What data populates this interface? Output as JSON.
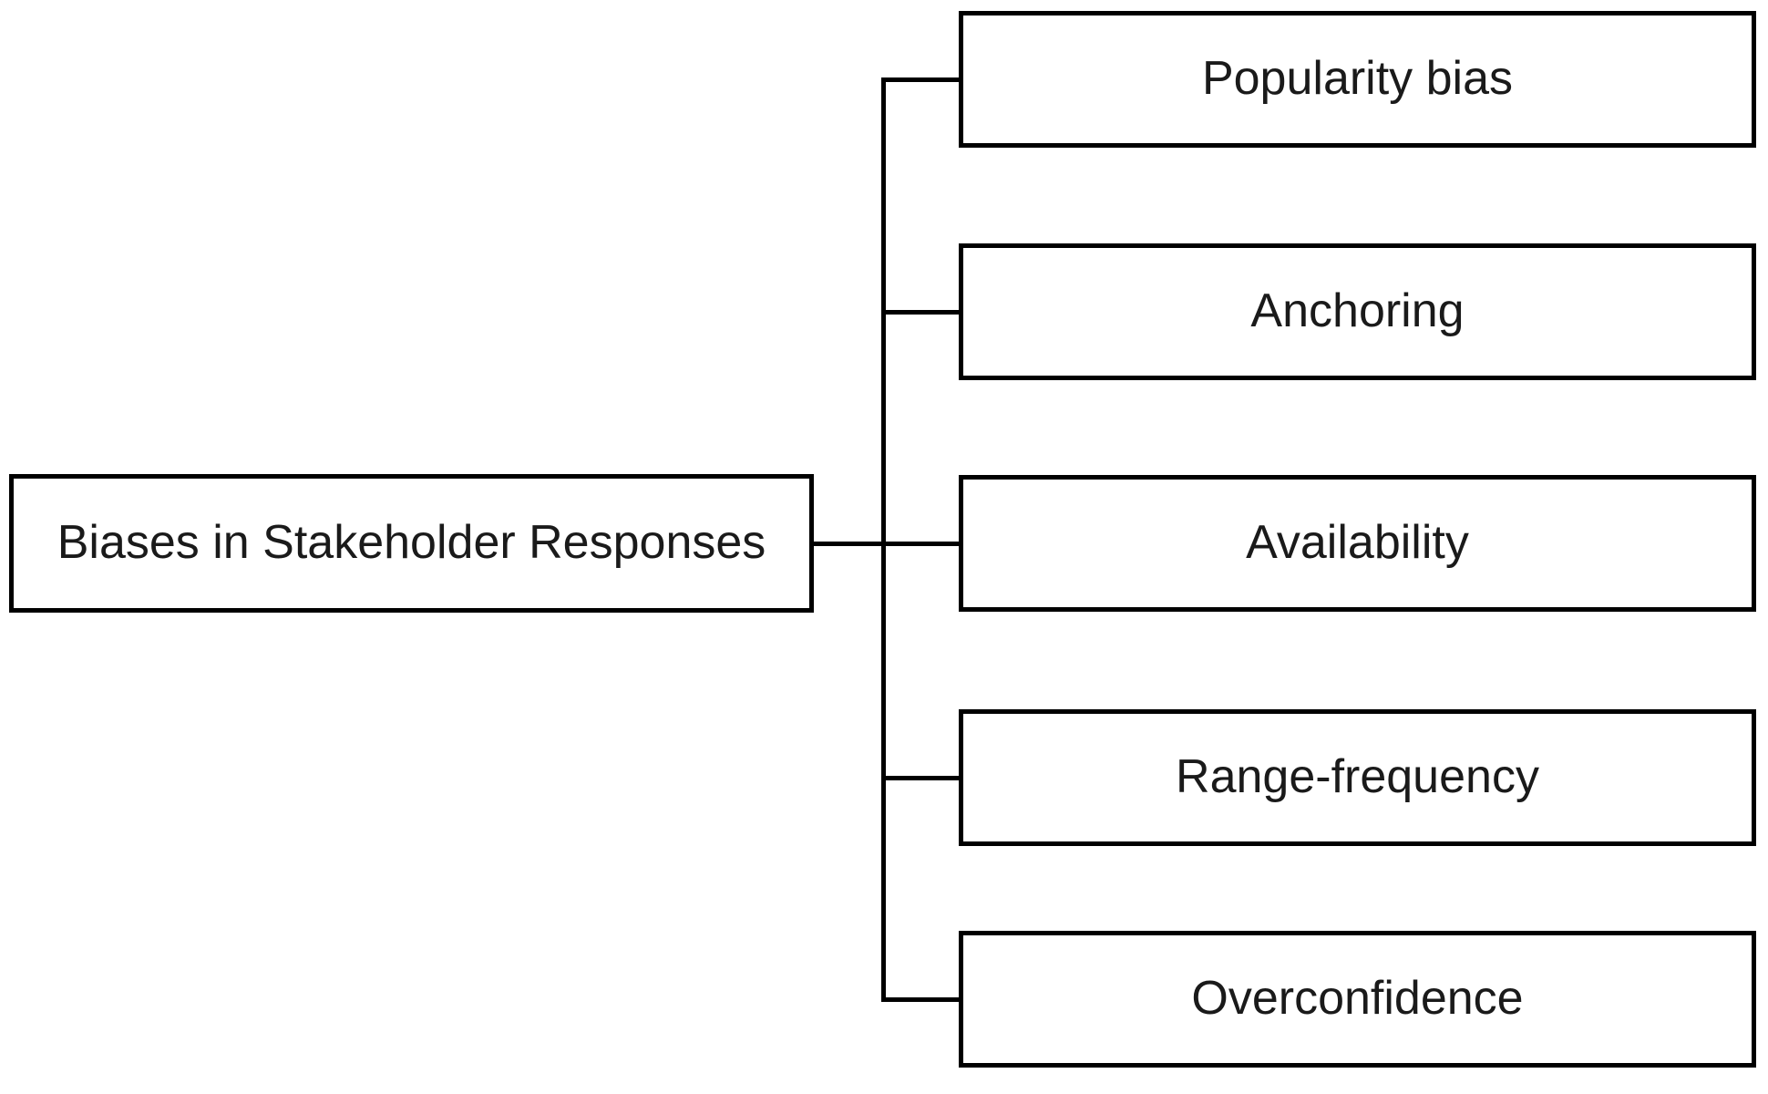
{
  "colors": {
    "background": "#ffffff",
    "border": "#000000",
    "text": "#1a1a1a",
    "connector": "#000000"
  },
  "diagram": {
    "type": "hierarchy-tree",
    "root": {
      "label": "Biases in Stakeholder Responses"
    },
    "children": [
      {
        "label": "Popularity bias"
      },
      {
        "label": "Anchoring"
      },
      {
        "label": "Availability"
      },
      {
        "label": "Range-frequency"
      },
      {
        "label": "Overconfidence"
      }
    ]
  }
}
